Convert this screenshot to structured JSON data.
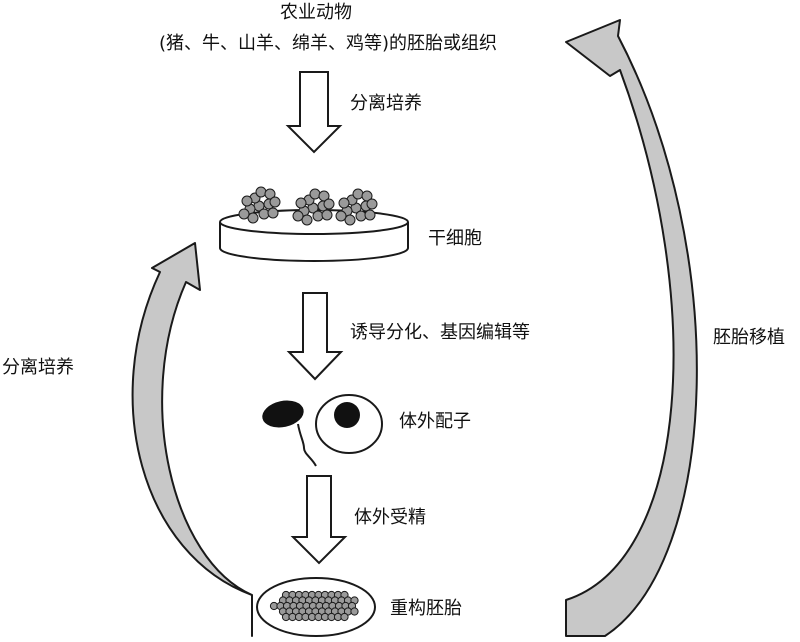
{
  "source": {
    "line1": "农业动物",
    "line2": "(猪、牛、山羊、绵羊、鸡等)的胚胎或组织"
  },
  "steps": {
    "isolate_culture": "分离培养",
    "induce": "诱导分化、基因编辑等",
    "ivf": "体外受精"
  },
  "nodes": {
    "stem_cells": "干细胞",
    "gametes": "体外配子",
    "embryo": "重构胚胎"
  },
  "loops": {
    "left": "分离培养",
    "right": "胚胎移植"
  },
  "colors": {
    "cell_fill": "#9a9a9a",
    "curve_fill": "#c8c8c8",
    "stroke": "#1a1a1a"
  }
}
